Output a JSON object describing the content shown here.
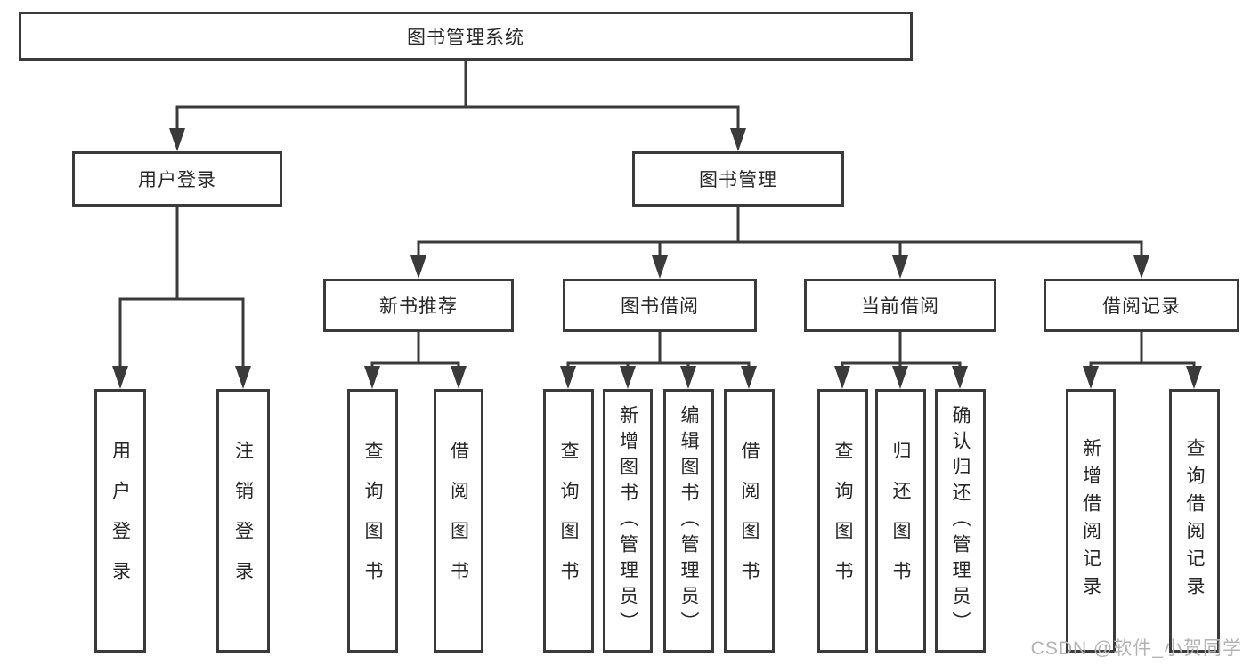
{
  "tree": {
    "root": {
      "label": "图书管理系统"
    },
    "children": [
      {
        "label": "用户登录",
        "children": [
          "用户登录",
          "注销登录"
        ]
      },
      {
        "label": "图书管理",
        "children": [
          {
            "label": "新书推荐",
            "children": [
              "查询图书",
              "借阅图书"
            ]
          },
          {
            "label": "图书借阅",
            "children": [
              "查询图书",
              "新增图书（管理员）",
              "编辑图书（管理员）",
              "借阅图书"
            ]
          },
          {
            "label": "当前借阅",
            "children": [
              "查询图书",
              "归还图书",
              "确认归还（管理员）"
            ]
          },
          {
            "label": "借阅记录",
            "children": [
              "新增借阅记录",
              "查询借阅记录"
            ]
          }
        ]
      }
    ]
  },
  "watermark": "CSDN @软件_小贺同学",
  "colors": {
    "line": "#3a3a3a",
    "text": "#262626",
    "watermark": "#b3b3b3",
    "background": "#ffffff"
  }
}
